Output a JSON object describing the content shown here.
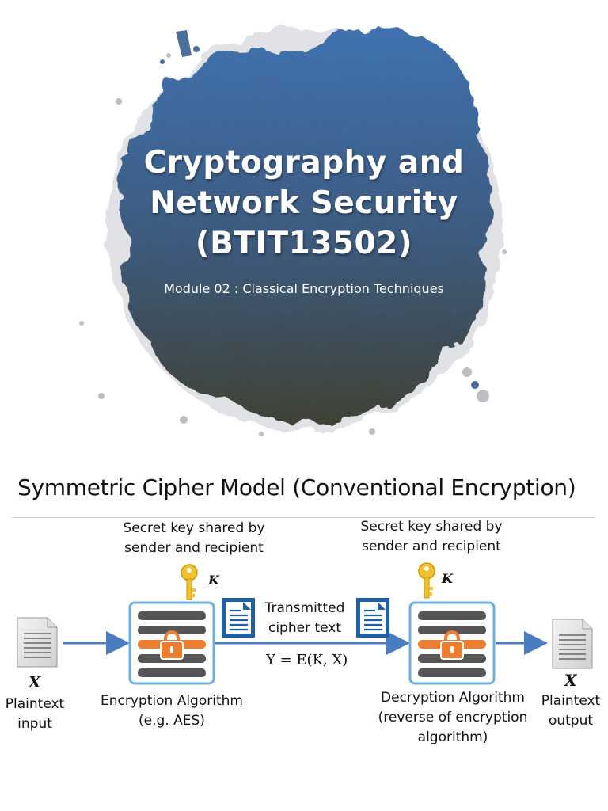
{
  "slide1": {
    "title_lines": [
      "Cryptography and",
      "Network Security",
      "(BTIT13502)"
    ],
    "subtitle": "Module 02 : Classical Encryption Techniques"
  },
  "slide2": {
    "title": "Symmetric Cipher Model (Conventional Encryption)",
    "key_label_left": [
      "Secret key shared by",
      "sender and recipient"
    ],
    "key_label_right": [
      "Secret key shared by",
      "sender and recipient"
    ],
    "key_symbol": "K",
    "transmitted": [
      "Transmitted",
      "cipher text"
    ],
    "formula": "Y = E(K, X)",
    "input_symbol": "X",
    "output_symbol": "X",
    "input_label": [
      "Plaintext",
      "input"
    ],
    "output_label": [
      "Plaintext",
      "output"
    ],
    "encryption_label": [
      "Encryption Algorithm",
      "(e.g. AES)"
    ],
    "decryption_label": [
      "Decryption Algorithm",
      "(reverse of encryption",
      "algorithm)"
    ]
  },
  "colors": {
    "splash_top": "#3f70ab",
    "splash_bottom": "#3f4236",
    "arrow": "#4a7cc2",
    "lock": "#ee7d2f",
    "bars": "#555555",
    "frame": "#6cb0e0",
    "key": "#f2c12e"
  },
  "icons": [
    "key-icon",
    "lock-icon",
    "document-icon",
    "arrow-icon"
  ]
}
